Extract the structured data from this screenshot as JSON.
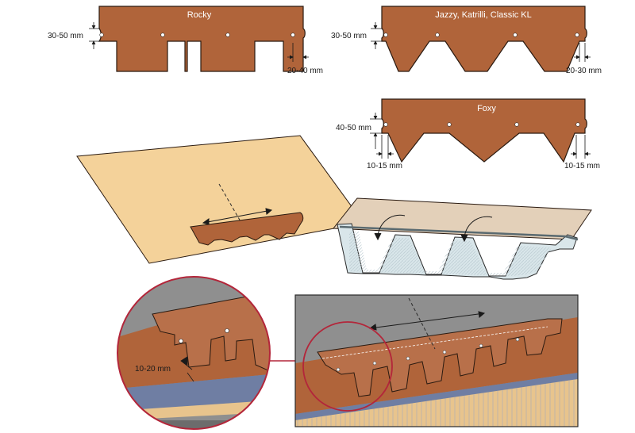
{
  "shingles": {
    "rocky": {
      "title": "Rocky",
      "height_dim": "30-50 mm",
      "gap_dim": "20-40 mm"
    },
    "jazzy": {
      "title": "Jazzy, Katrilli, Classic KL",
      "height_dim": "30-50 mm",
      "gap_dim": "20-30 mm"
    },
    "foxy": {
      "title": "Foxy",
      "height_dim": "40-50 mm",
      "gap_left_dim": "10-15 mm",
      "gap_right_dim": "10-15 mm"
    }
  },
  "detail": {
    "overlap_dim": "10-20 mm"
  },
  "colors": {
    "shingle": "#b0643a",
    "shingle_dark": "#8a4a2a",
    "underlay": "#f4d29a",
    "metal": "#d9e6ea",
    "sky": "#8f8f8f",
    "wall": "#c9c9d6",
    "circle": "#b3263a"
  }
}
